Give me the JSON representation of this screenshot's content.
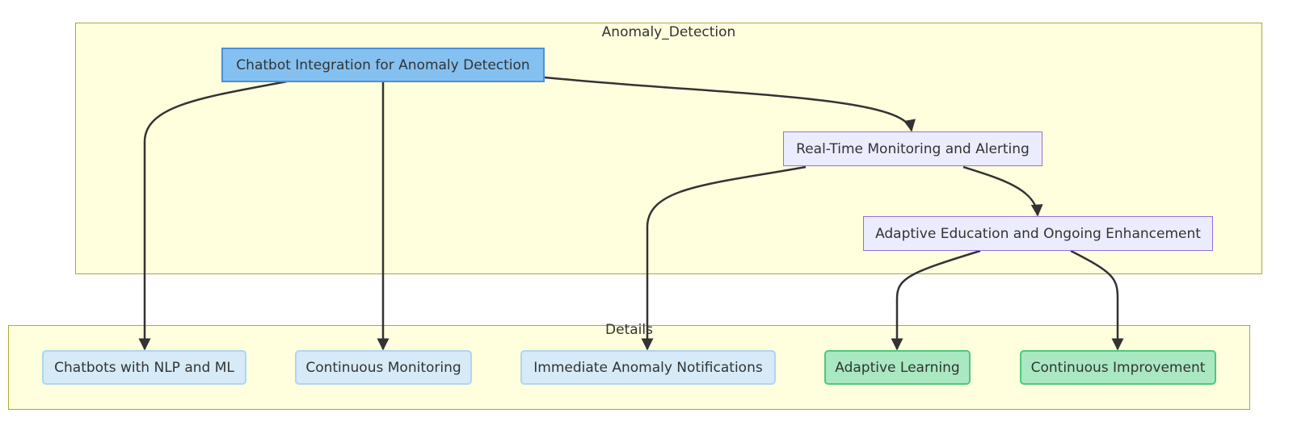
{
  "clusters": {
    "anomaly": {
      "title": "Anomaly_Detection"
    },
    "details": {
      "title": "Details"
    }
  },
  "nodes": {
    "chatbot_integration": "Chatbot Integration for Anomaly Detection",
    "realtime": "Real-Time Monitoring and Alerting",
    "adaptive_education": "Adaptive Education and Ongoing Enhancement",
    "chatbots_nlp": "Chatbots with NLP and ML",
    "continuous_monitoring": "Continuous Monitoring",
    "immediate_notifications": "Immediate Anomaly Notifications",
    "adaptive_learning": "Adaptive Learning",
    "continuous_improvement": "Continuous Improvement"
  },
  "edges": [
    {
      "from": "chatbot_integration",
      "to": "chatbots_nlp"
    },
    {
      "from": "chatbot_integration",
      "to": "continuous_monitoring"
    },
    {
      "from": "chatbot_integration",
      "to": "realtime"
    },
    {
      "from": "realtime",
      "to": "immediate_notifications"
    },
    {
      "from": "realtime",
      "to": "adaptive_education"
    },
    {
      "from": "adaptive_education",
      "to": "adaptive_learning"
    },
    {
      "from": "adaptive_education",
      "to": "continuous_improvement"
    }
  ],
  "colors": {
    "cluster_fill": "#ffffde",
    "cluster_border": "#aaaa33",
    "main_node": "#85c1f0",
    "flow_node": "#ececff",
    "detail_node": "#d6eaf8",
    "outcome_node": "#a9e8c0",
    "edge": "#333333"
  }
}
